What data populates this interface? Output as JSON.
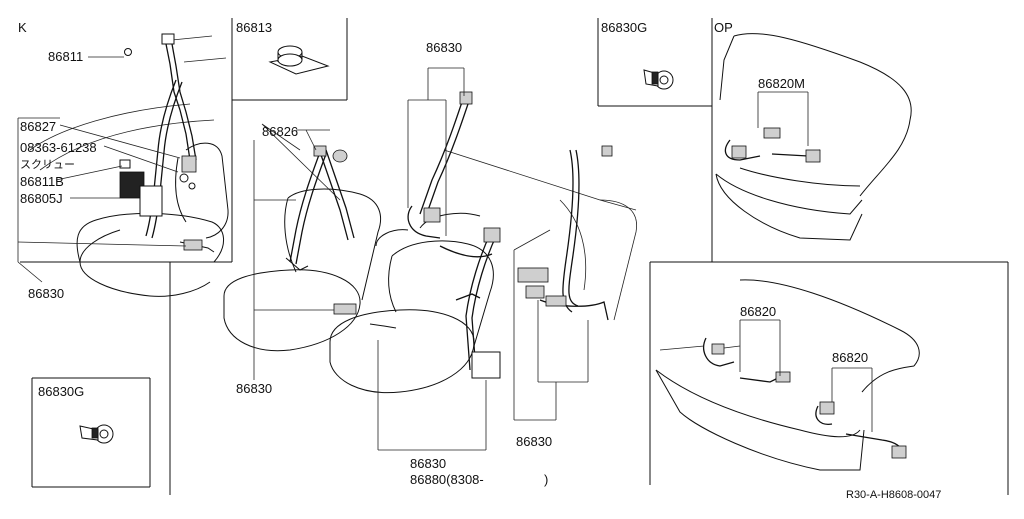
{
  "labels": {
    "section_k": "K",
    "section_op": "OP",
    "p86811": "86811",
    "p86813": "86813",
    "p86827": "86827",
    "p08363": "08363-61238",
    "screw_jp": "スクリュー",
    "p86811b": "86811B",
    "p86805j": "86805J",
    "p86830_left": "86830",
    "p86830g_bl": "86830G",
    "p86826": "86826",
    "p86830_center_left": "86830",
    "p86830_top": "86830",
    "p86830g_top": "86830G",
    "p86820m": "86820M",
    "p86830_right": "86830",
    "p86820_a": "86820",
    "p86820_b": "86820",
    "p86830_bottom": "86830",
    "p86880": "86880(8308-",
    "p86880_close": ")",
    "figure_code": "R30-A-H8608-0047"
  }
}
